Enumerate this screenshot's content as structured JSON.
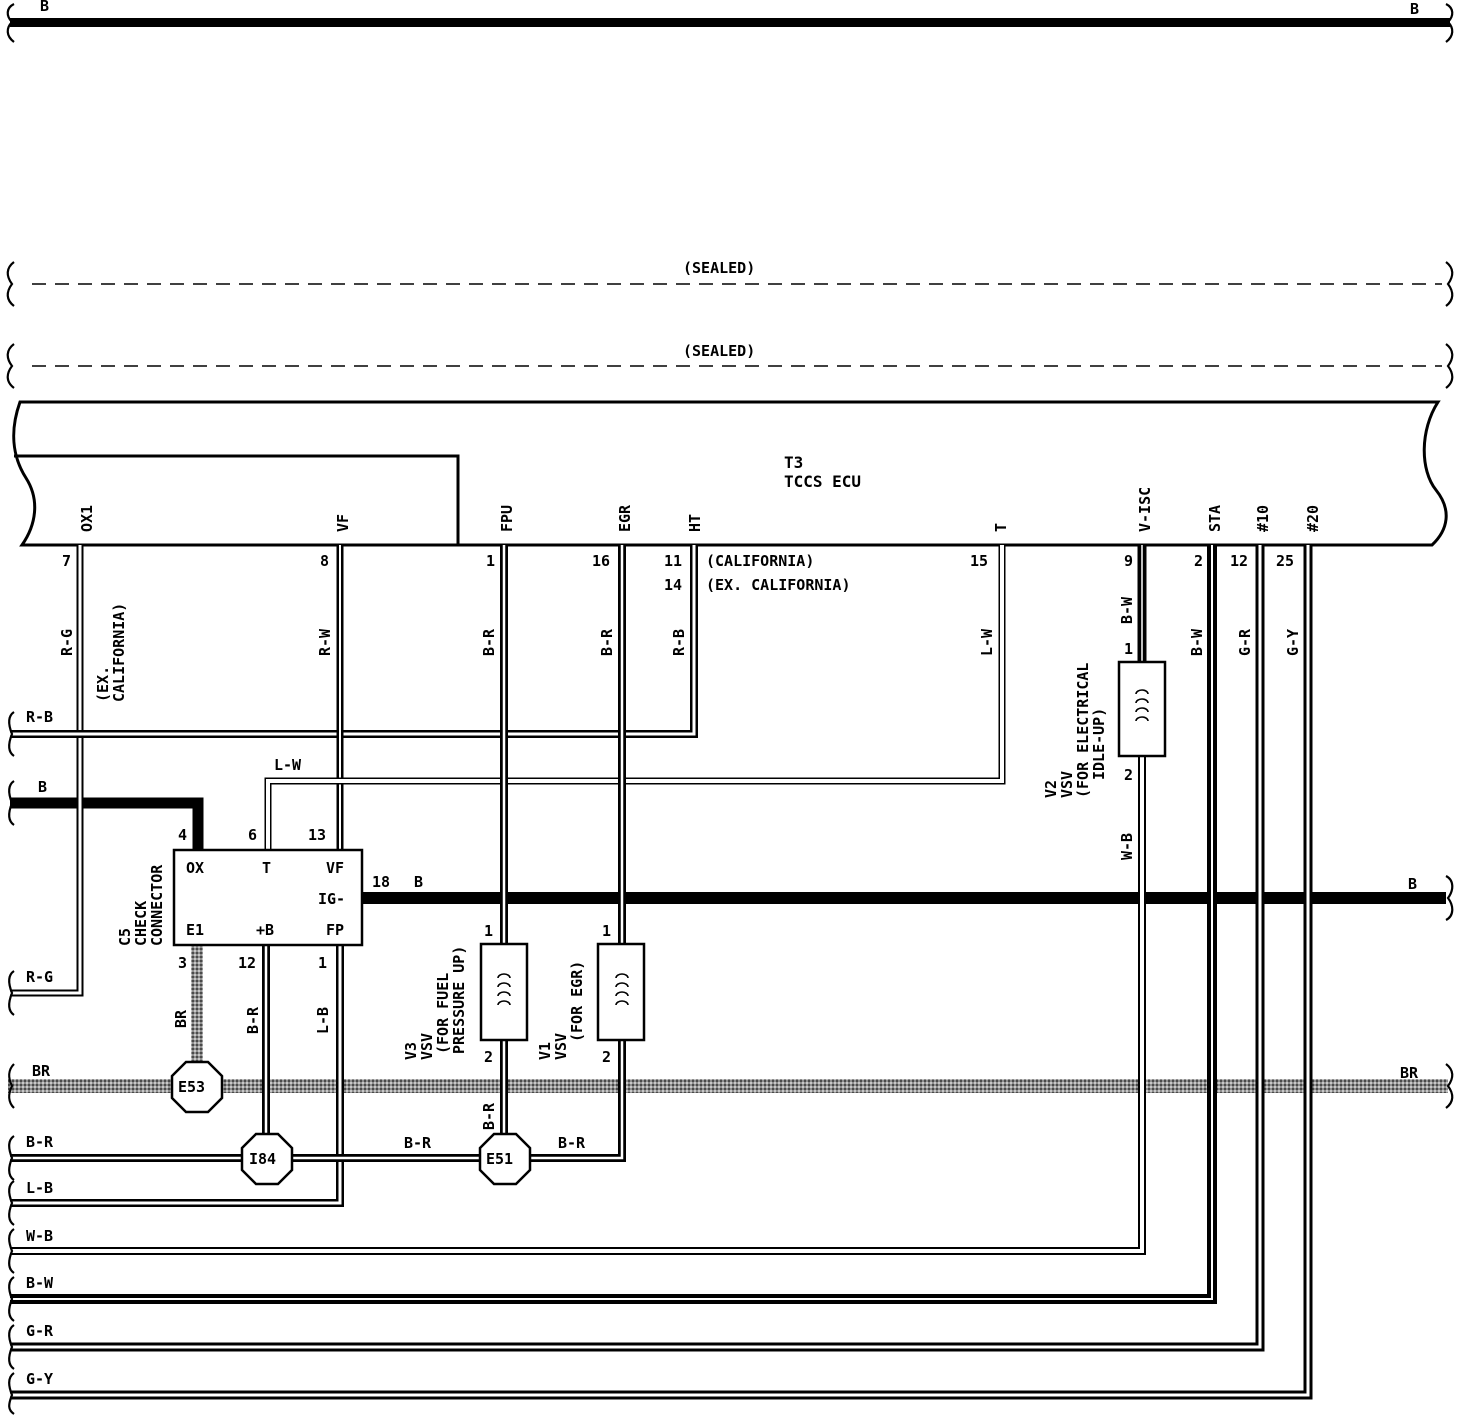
{
  "top_bus": {
    "left_label": "B",
    "right_label": "B"
  },
  "sealed": [
    "(SEALED)",
    "(SEALED)"
  ],
  "ecu": {
    "id": "T3",
    "name": "TCCS ECU"
  },
  "ecu_terminals": [
    {
      "name": "OX1",
      "pin": "7"
    },
    {
      "name": "VF",
      "pin": "8"
    },
    {
      "name": "FPU",
      "pin": "1"
    },
    {
      "name": "EGR",
      "pin": "16"
    },
    {
      "name": "HT",
      "pin": "11",
      "pin_alt": "14"
    },
    {
      "name": "T",
      "pin": "15"
    },
    {
      "name": "V-ISC",
      "pin": "9"
    },
    {
      "name": "STA",
      "pin": "2"
    },
    {
      "name": "#10",
      "pin": "12"
    },
    {
      "name": "#20",
      "pin": "25"
    }
  ],
  "notes": {
    "california": "(CALIFORNIA)",
    "ex_california": "(EX. CALIFORNIA)",
    "ex_california_wrapped": [
      "(EX.",
      "CALIFORNIA)"
    ]
  },
  "wire_colors": {
    "ox1": "R-G",
    "vf": "R-W",
    "fpu": "B-R",
    "egr": "B-R",
    "ht": "R-B",
    "t": "L-W",
    "visc_top": "B-W",
    "visc_bottom": "W-B",
    "sta": "B-W",
    "n10": "G-R",
    "n20": "G-Y",
    "c5_e1": "BR",
    "c5_pb": "B-R",
    "c5_fp": "L-B",
    "lw_bridge": "L-W",
    "e51_left": "B-R",
    "e51_right": "B-R",
    "v3_bottom": "B-R"
  },
  "left_wires": [
    "R-B",
    "B",
    "R-G",
    "BR",
    "B-R",
    "L-B",
    "W-B",
    "B-W",
    "G-R",
    "G-Y"
  ],
  "right_wires": [
    "B",
    "BR"
  ],
  "check_connector": {
    "id": "C5",
    "name": [
      "CHECK",
      "CONNECTOR"
    ],
    "pins": [
      {
        "label": "OX",
        "num": "4"
      },
      {
        "label": "T",
        "num": "6"
      },
      {
        "label": "VF",
        "num": "13"
      },
      {
        "label": "IG-",
        "num": "18"
      },
      {
        "label": "E1",
        "num": "3"
      },
      {
        "label": "+B",
        "num": "12"
      },
      {
        "label": "FP",
        "num": "1"
      }
    ],
    "ig_wire": "B"
  },
  "vsvs": [
    {
      "id": "V3",
      "lines": [
        "VSV",
        "(FOR FUEL",
        "PRESSURE UP)"
      ],
      "pin_top": "1",
      "pin_bottom": "2"
    },
    {
      "id": "V1",
      "lines": [
        "VSV",
        "(FOR EGR)"
      ],
      "pin_top": "1",
      "pin_bottom": "2"
    },
    {
      "id": "V2",
      "lines": [
        "VSV",
        "(FOR ELECTRICAL",
        "IDLE-UP)"
      ],
      "pin_top": "1",
      "pin_bottom": "2"
    }
  ],
  "grounds": [
    "E53",
    "I84",
    "E51"
  ],
  "colors": {
    "ink": "#000000",
    "paper": "#ffffff",
    "shield": "#888888"
  }
}
